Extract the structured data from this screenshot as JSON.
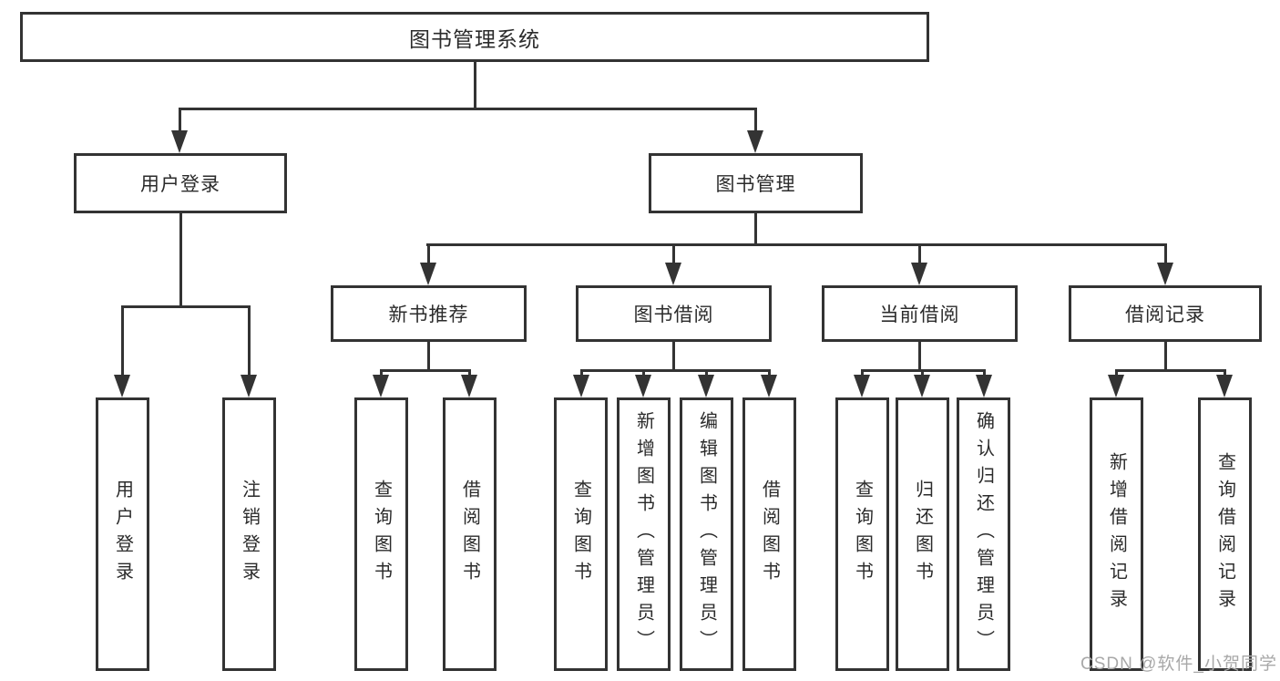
{
  "diagram": {
    "root": {
      "label": "图书管理系统"
    },
    "branches": [
      {
        "label": "用户登录",
        "children": [
          {
            "label": "用户登录"
          },
          {
            "label": "注销登录"
          }
        ]
      },
      {
        "label": "图书管理",
        "children": [
          {
            "label": "新书推荐",
            "children": [
              {
                "label": "查询图书"
              },
              {
                "label": "借阅图书"
              }
            ]
          },
          {
            "label": "图书借阅",
            "children": [
              {
                "label": "查询图书"
              },
              {
                "label": "新增图书（管理员）"
              },
              {
                "label": "编辑图书（管理员）"
              },
              {
                "label": "借阅图书"
              }
            ]
          },
          {
            "label": "当前借阅",
            "children": [
              {
                "label": "查询图书"
              },
              {
                "label": "归还图书"
              },
              {
                "label": "确认归还（管理员）"
              }
            ]
          },
          {
            "label": "借阅记录",
            "children": [
              {
                "label": "新增借阅记录"
              },
              {
                "label": "查询借阅记录"
              }
            ]
          }
        ]
      }
    ]
  },
  "watermark": {
    "text": "CSDN @软件_小贺同学"
  },
  "colors": {
    "line": "#333333",
    "text": "#2b2b2b",
    "background": "#ffffff",
    "watermark": "#a8a8a8"
  }
}
